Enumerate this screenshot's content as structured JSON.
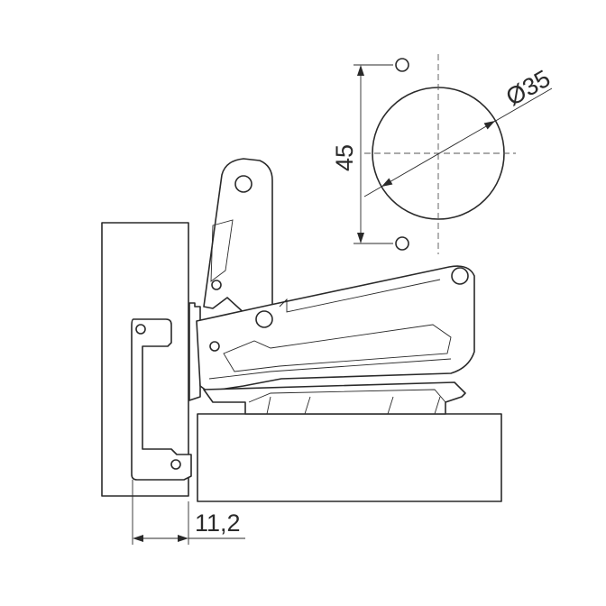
{
  "dimensions": {
    "cup_diameter": "Ø35",
    "hole_spacing": "45",
    "offset": "11,2"
  }
}
